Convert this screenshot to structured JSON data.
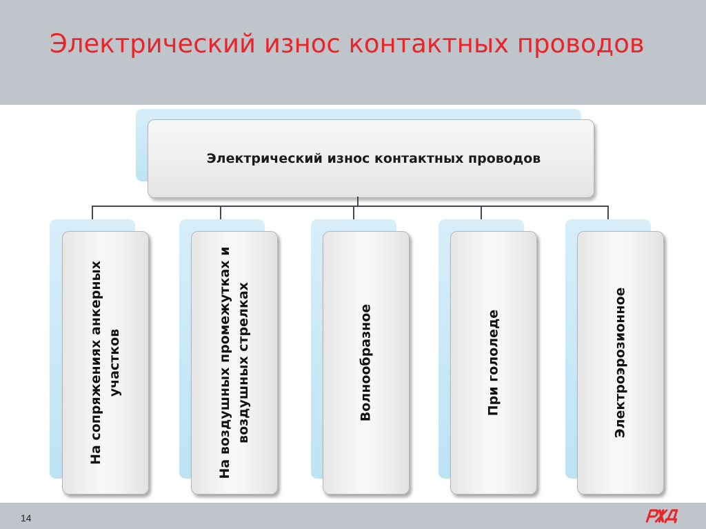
{
  "slide": {
    "title": "Электрический износ контактных проводов",
    "page_number": "14"
  },
  "diagram": {
    "root": "Электрический износ контактных проводов",
    "children": [
      "На сопряжениях анкерных участков",
      "На воздушных промежутках и воздушных стрелках",
      "Волнообразное",
      "При гололеде",
      "Электроэрозионное"
    ]
  },
  "colors": {
    "title": "#e8262a",
    "band": "#c0c4cb",
    "card_shadow_blue": "#c4e6f6",
    "logo": "#e8262a"
  },
  "logo": {
    "text": "РЖД"
  }
}
